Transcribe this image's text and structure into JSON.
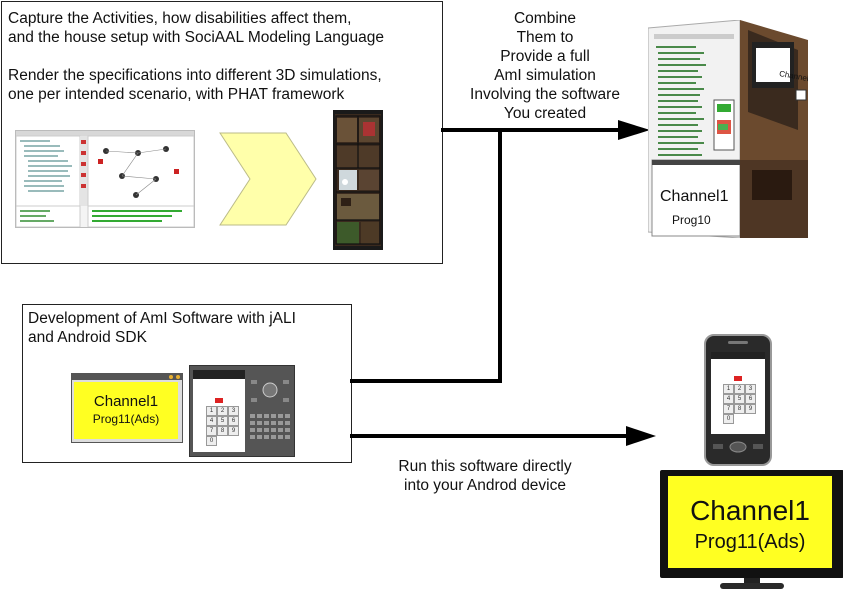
{
  "box_top": {
    "line1": "Capture the Activities, how disabilities affect them,",
    "line2": "and the house setup with SociAAL Modeling Language",
    "line3": "Render the specifications into different 3D simulations,",
    "line4": "one per intended scenario, with PHAT framework"
  },
  "box_bottom": {
    "line1": "Development of AmI Software with jALI",
    "line2": "and Android SDK"
  },
  "combine_caption": [
    "Combine",
    "Them to",
    "Provide a full",
    "AmI simulation",
    "Involving the software",
    "You created"
  ],
  "run_caption": [
    "Run this software directly",
    "into your Androd device"
  ],
  "jali_window": {
    "channel": "Channel1",
    "program": "Prog11(Ads)"
  },
  "sim_screen": {
    "channel": "Channel1",
    "program": "Prog10"
  },
  "tv": {
    "channel": "Channel1",
    "program": "Prog11(Ads)"
  },
  "keypad": [
    "1",
    "2",
    "3",
    "4",
    "5",
    "6",
    "7",
    "8",
    "9",
    "0"
  ],
  "colors": {
    "lcd_yellow": "#ffff22",
    "arrow": "#000000",
    "chevron": "#ffffaa",
    "android_red": "#dd2222"
  }
}
